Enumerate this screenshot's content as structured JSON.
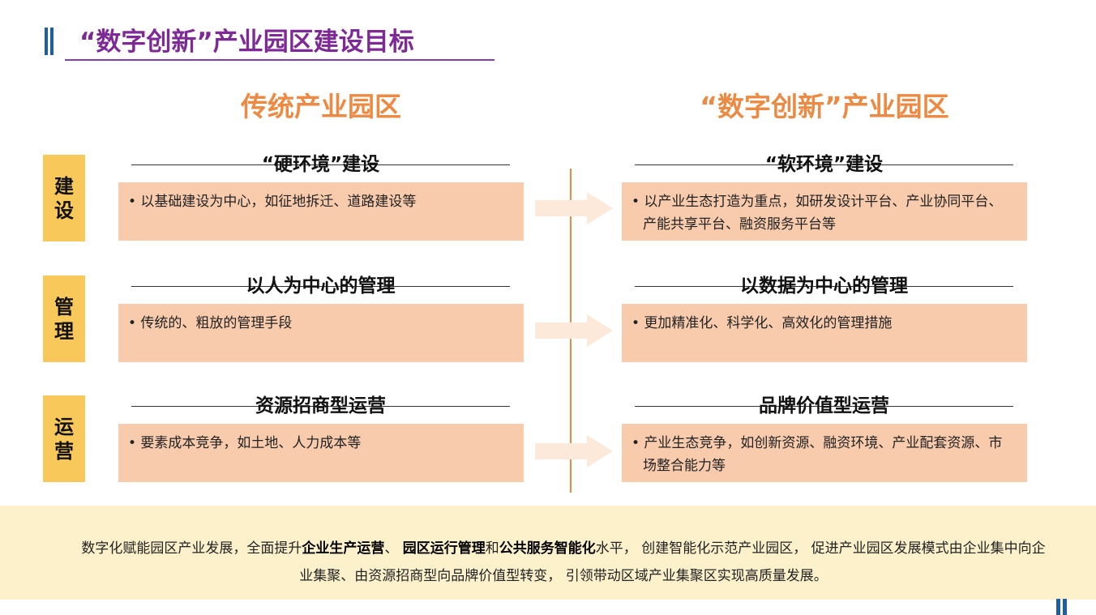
{
  "title": "“数字创新”产业园区建设目标",
  "columns": {
    "left_heading": "传统产业园区",
    "right_heading": "“数字创新”产业园区"
  },
  "rows": [
    {
      "category": "建设",
      "left_title": "“硬环境”建设",
      "left_text": "• 以基础建设为中心，如征地拆迁、道路建设等",
      "right_title": "“软环境”建设",
      "right_text": "• 以产业生态打造为重点，如研发设计平台、产业协同平台、产能共享平台、融资服务平台等"
    },
    {
      "category": "管理",
      "left_title": "以人为中心的管理",
      "left_text": "• 传统的、粗放的管理手段",
      "right_title": "以数据为中心的管理",
      "right_text": "• 更加精准化、科学化、高效化的管理措施"
    },
    {
      "category": "运营",
      "left_title": "资源招商型运营",
      "left_text": "• 要素成本竞争，如土地、人力成本等",
      "right_title": "品牌价值型运营",
      "right_text": "• 产业生态竞争，如创新资源、融资环境、产业配套资源、市场整合能力等"
    }
  ],
  "footer": {
    "p1": "数字化赋能园区产业发展，全面提升",
    "b1": "企业生产运营",
    "p2": "、 ",
    "b2": "园区运行管理",
    "p3": "和",
    "b3": "公共服务智能化",
    "p4": "水平， 创建智能化示范产业园区， 促进产业园区发展模式由企业集中向企业集聚、由资源招商型向品牌价值型转变， 引领带动区域产业集聚区实现高质量发展。"
  },
  "colors": {
    "title": "#7d2a96",
    "heading": "#ec8a43",
    "tag": "#f9c85a",
    "box": "#f8cbad",
    "arrow": "#fde9d9",
    "footer_band": "#fdf1cc",
    "accent_blue": "#1f5fa0"
  }
}
